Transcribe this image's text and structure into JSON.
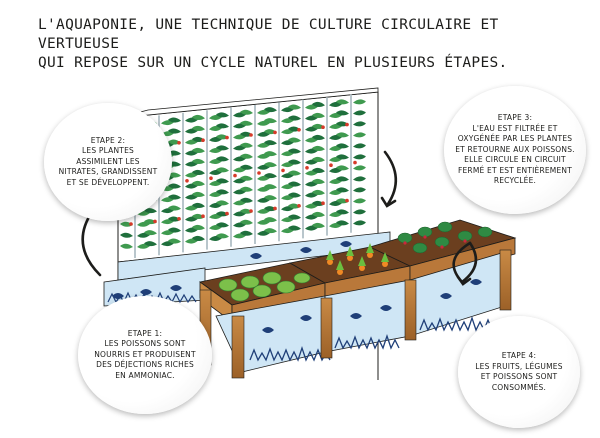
{
  "title": {
    "line1": "L'AQUAPONIE, UNE TECHNIQUE DE CULTURE CIRCULAIRE ET VERTUEUSE",
    "line2": "QUI REPOSE SUR UN CYCLE NATUREL EN PLUSIEURS ÉTAPES."
  },
  "steps": [
    {
      "id": "etape2",
      "lines": [
        "ETAPE 2:",
        "LES PLANTES",
        "ASSIMILENT LES",
        "NITRATES, GRANDISSENT",
        "ET SE DÉVELOPPENT."
      ]
    },
    {
      "id": "etape3",
      "lines": [
        "ETAPE 3:",
        "L'EAU EST FILTRÉE ET",
        "OXYGÉNÉE PAR LES PLANTES",
        "ET RETOURNE AUX POISSONS.",
        "ELLE CIRCULE EN CIRCUIT",
        "FERMÉ ET EST ENTIÈREMENT",
        "RECYCLÉE."
      ]
    },
    {
      "id": "etape1",
      "lines": [
        "ETAPE 1:",
        "LES POISSONS SONT",
        "NOURRIS ET PRODUISENT",
        "DES DÉJECTIONS RICHES",
        "EN AMMONIAC."
      ]
    },
    {
      "id": "etape4",
      "lines": [
        "ETAPE 4:",
        "LES FRUITS, LÉGUMES",
        "ET POISSONS SONT",
        "CONSOMMÉS."
      ]
    }
  ],
  "colors": {
    "ink": "#1d1d1b",
    "leaf_dark": "#1f6f3c",
    "leaf_light": "#3f9a4f",
    "wood": "#b9783a",
    "soil": "#6b3f1f",
    "water": "#cfe6f5",
    "fish": "#1f3f78",
    "carrot": "#f08a24",
    "fruit": "#d83a2a"
  }
}
